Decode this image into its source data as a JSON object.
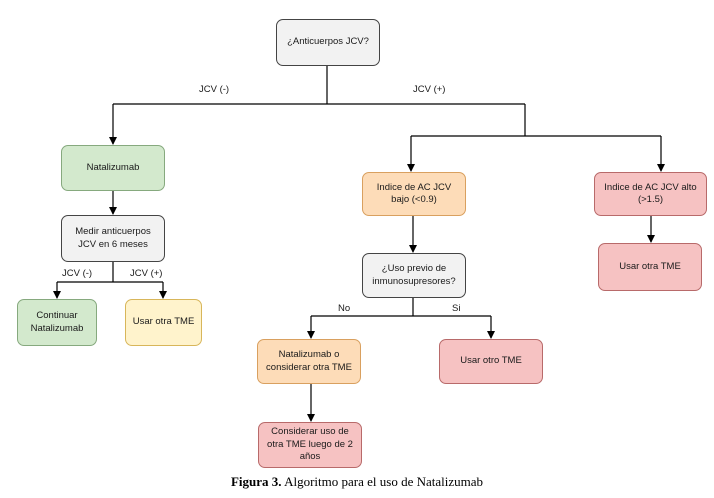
{
  "nodes": {
    "q_jcv": "¿Anticuerpos JCV?",
    "natalizumab": "Natalizumab",
    "medir": "Medir anticuerpos JCV en 6 meses",
    "continuar": "Continuar Natalizumab",
    "usar_tme_1": "Usar otra TME",
    "indice_bajo": "Indice de AC JCV bajo (<0.9)",
    "indice_alto": "Indice de AC JCV alto (>1.5)",
    "usar_tme_alto": "Usar otra TME",
    "uso_previo": "¿Uso previo de inmunosupresores?",
    "nat_o_tme": "Natalizumab o considerar otra TME",
    "usar_tme_si": "Usar otro TME",
    "considerar": "Considerar uso de otra TME luego de 2 años"
  },
  "edge_labels": {
    "jcv_neg": "JCV (-)",
    "jcv_pos": "JCV (+)",
    "jcv_neg_2": "JCV (-)",
    "jcv_pos_2": "JCV (+)",
    "no": "No",
    "si": "Si"
  },
  "caption": {
    "figure_label": "Figura 3.",
    "text": "Algoritmo para el uso de Natalizumab"
  },
  "colors": {
    "gray": "#f2f2f2",
    "green": "#d3e9cd",
    "yellow": "#fff3cc",
    "orange": "#fddcb8",
    "red": "#f6c2c2",
    "line": "#000000"
  }
}
